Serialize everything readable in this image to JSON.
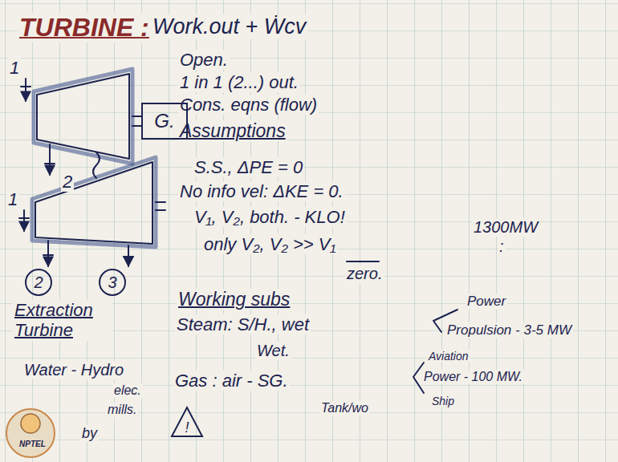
{
  "diagram": {
    "nodes": [
      {
        "text": [
          "G."
        ]
      },
      {
        "text": [
          "2"
        ]
      },
      {
        "text": [
          "3"
        ]
      },
      {
        "text": [
          "!"
        ]
      }
    ],
    "edges": [],
    "labels": [
      "TURBINE :",
      "Work.out + Ẇcv",
      "Open.",
      "1 in 1 (2...) out.",
      "Cons. eqns (flow)",
      "Assumptions",
      "S.S., ΔPE = 0",
      "No info vel: ΔKE = 0.",
      "V₁, V₂, both. - KLO!",
      "only V₂, V₂ >> V₁",
      "zero.",
      "1300MW",
      ":",
      "Working subs",
      "Steam: S/H., wet",
      "Power",
      "Propulsion - 3-5 MW",
      "Wet.",
      "Gas : air - SG.",
      "Aviation",
      "Power - 100 MW.",
      "Ship",
      "Tank/wo",
      "1",
      "2",
      "1",
      "Extraction Turbine",
      "Water - Hydro",
      "elec.",
      "mills.",
      "by",
      "NPTEL"
    ]
  }
}
